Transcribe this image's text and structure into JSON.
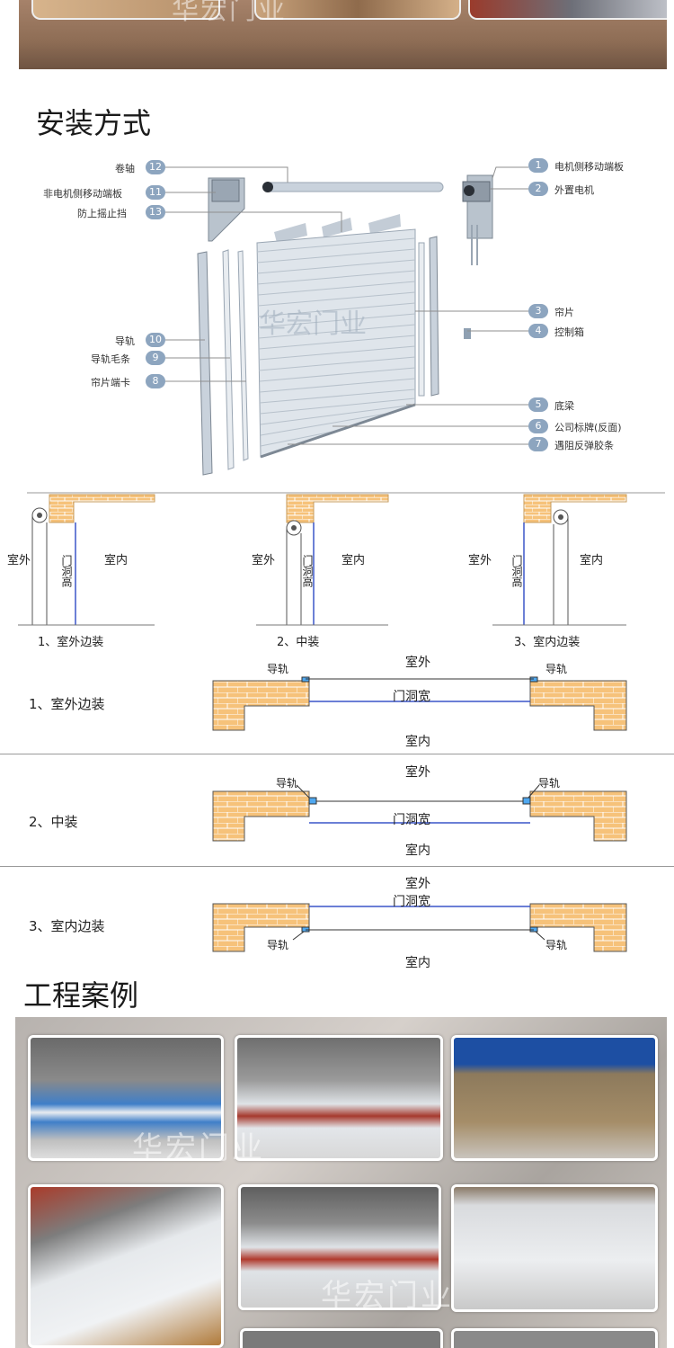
{
  "watermark": "华宏门业",
  "sections": {
    "install_title": "安装方式",
    "cases_title": "工程案例"
  },
  "parts": {
    "p1": {
      "num": "1",
      "label": "电机侧移动端板"
    },
    "p2": {
      "num": "2",
      "label": "外置电机"
    },
    "p3": {
      "num": "3",
      "label": "帘片"
    },
    "p4": {
      "num": "4",
      "label": "控制箱"
    },
    "p5": {
      "num": "5",
      "label": "底梁"
    },
    "p6": {
      "num": "6",
      "label": "公司标牌(反面)"
    },
    "p7": {
      "num": "7",
      "label": "遇阻反弹胶条"
    },
    "p8": {
      "num": "8",
      "label": "帘片端卡"
    },
    "p9": {
      "num": "9",
      "label": "导轨毛条"
    },
    "p10": {
      "num": "10",
      "label": "导轨"
    },
    "p11": {
      "num": "11",
      "label": "非电机侧移动端板"
    },
    "p12": {
      "num": "12",
      "label": "卷轴"
    },
    "p13": {
      "num": "13",
      "label": "防上摇止挡"
    }
  },
  "views": {
    "outside": "室外",
    "inside": "室内",
    "height": "门洞高",
    "v1_caption": "1、室外边装",
    "v2_caption": "2、中装",
    "v3_caption": "3、室内边装"
  },
  "plans": {
    "outside": "室外",
    "inside": "室内",
    "width": "门洞宽",
    "rail": "导轨",
    "row1": "1、室外边装",
    "row2": "2、中装",
    "row3": "3、室内边装"
  },
  "colors": {
    "brick": "#f6c27a",
    "brick_line": "#ffffff",
    "guide_blue": "#3a55c8",
    "badge": "#8da5bf"
  }
}
